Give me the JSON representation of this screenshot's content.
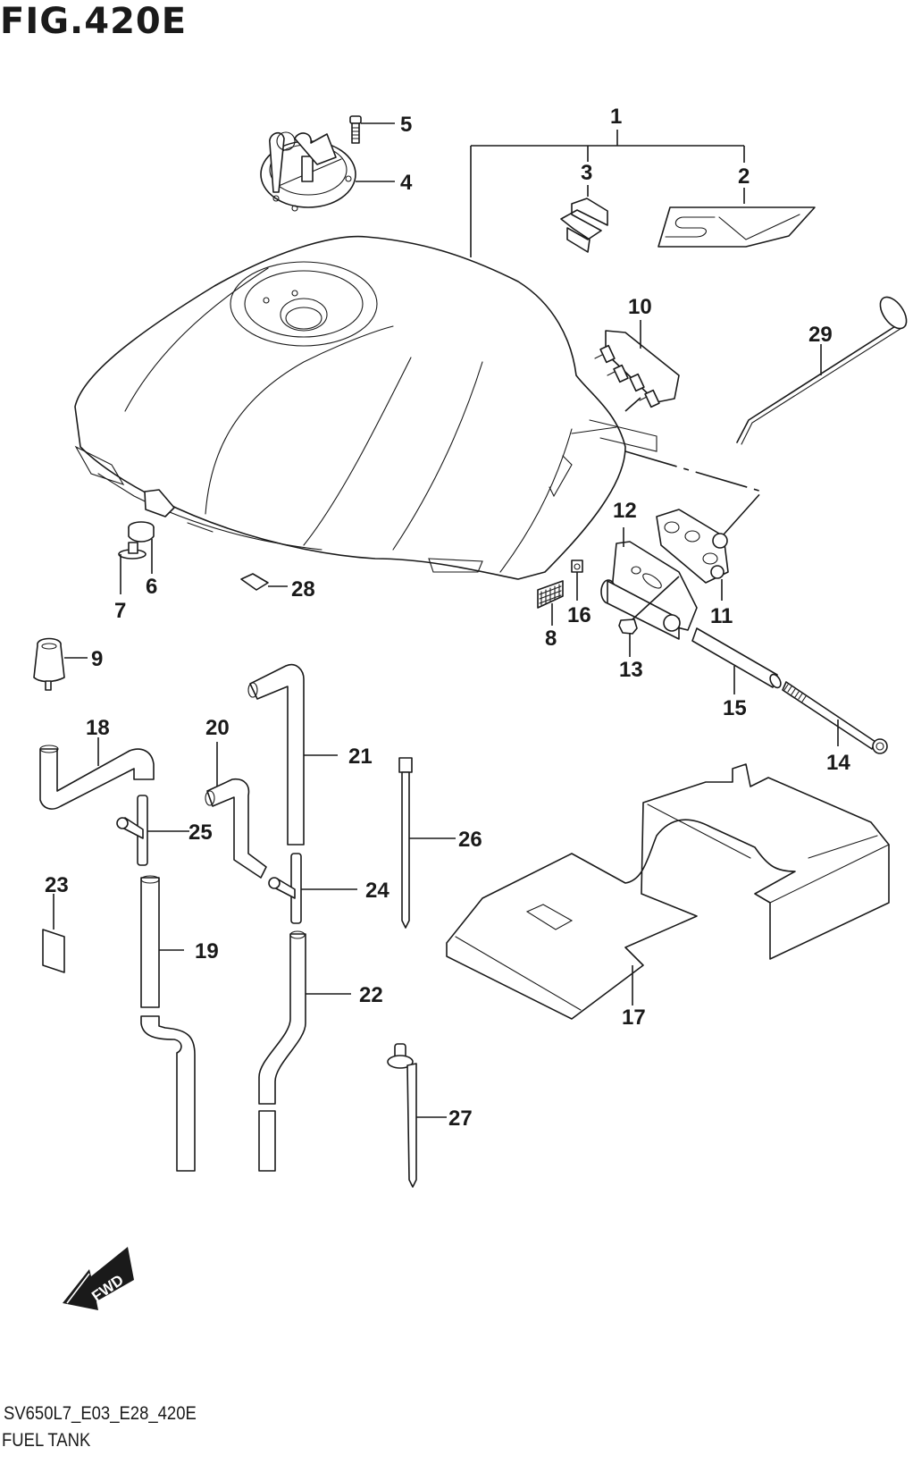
{
  "figure": {
    "title": "FIG.420E",
    "code": "SV650L7_E03_E28_420E",
    "name": "FUEL TANK",
    "direction_indicator": "FWD"
  },
  "parts": [
    {
      "ref": "1",
      "part": "fuel-tank-assy"
    },
    {
      "ref": "2",
      "part": "sv-emblem"
    },
    {
      "ref": "3",
      "part": "suzuki-s-emblem"
    },
    {
      "ref": "4",
      "part": "fuel-cap-with-keys"
    },
    {
      "ref": "5",
      "part": "cap-screw"
    },
    {
      "ref": "6",
      "part": "cushion"
    },
    {
      "ref": "7",
      "part": "spacer-washer"
    },
    {
      "ref": "8",
      "part": "mesh-pad"
    },
    {
      "ref": "9",
      "part": "rubber-cushion"
    },
    {
      "ref": "10",
      "part": "fuel-pump-plate"
    },
    {
      "ref": "11",
      "part": "hinge-bracket"
    },
    {
      "ref": "12",
      "part": "hinge-mount"
    },
    {
      "ref": "13",
      "part": "bushing"
    },
    {
      "ref": "14",
      "part": "hinge-bolt"
    },
    {
      "ref": "15",
      "part": "collar"
    },
    {
      "ref": "16",
      "part": "nut"
    },
    {
      "ref": "17",
      "part": "heat-shield-plate"
    },
    {
      "ref": "18",
      "part": "breather-hose"
    },
    {
      "ref": "19",
      "part": "drain-hose"
    },
    {
      "ref": "20",
      "part": "hose"
    },
    {
      "ref": "21",
      "part": "hose"
    },
    {
      "ref": "22",
      "part": "hose"
    },
    {
      "ref": "23",
      "part": "pad"
    },
    {
      "ref": "24",
      "part": "t-joint"
    },
    {
      "ref": "25",
      "part": "t-joint"
    },
    {
      "ref": "26",
      "part": "cable-tie"
    },
    {
      "ref": "27",
      "part": "clamp-with-bolt"
    },
    {
      "ref": "28",
      "part": "label"
    },
    {
      "ref": "29",
      "part": "prop-rod"
    }
  ]
}
